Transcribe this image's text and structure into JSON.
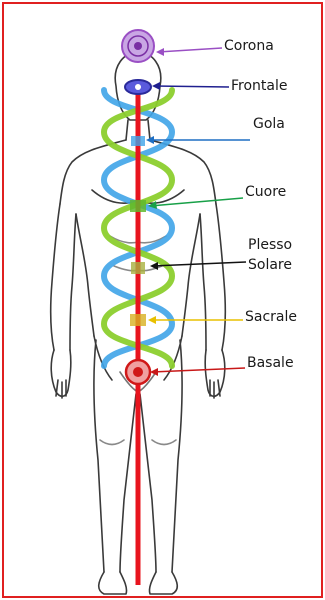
{
  "labels": {
    "corona": "Corona",
    "frontale": "Frontale",
    "gola": "Gola",
    "cuore": "Cuore",
    "plesso": "Plesso",
    "solare": "Solare",
    "sacrale": "Sacrale",
    "basale": "Basale"
  },
  "colors": {
    "border": "#e02020",
    "spine": "#e8141e",
    "helix_blue": "#3fa4e8",
    "helix_green": "#8ccf2e",
    "crown": "#9a4fc4",
    "third_eye": "#2a2a9a",
    "root": "#d01818",
    "arrow_corona": "#9a4fc4",
    "arrow_frontale": "#1f1f8f",
    "arrow_gola": "#1e6fc4",
    "arrow_cuore": "#18a048",
    "arrow_plesso": "#111111",
    "arrow_sacrale": "#e8c000",
    "arrow_basale": "#c81818"
  }
}
